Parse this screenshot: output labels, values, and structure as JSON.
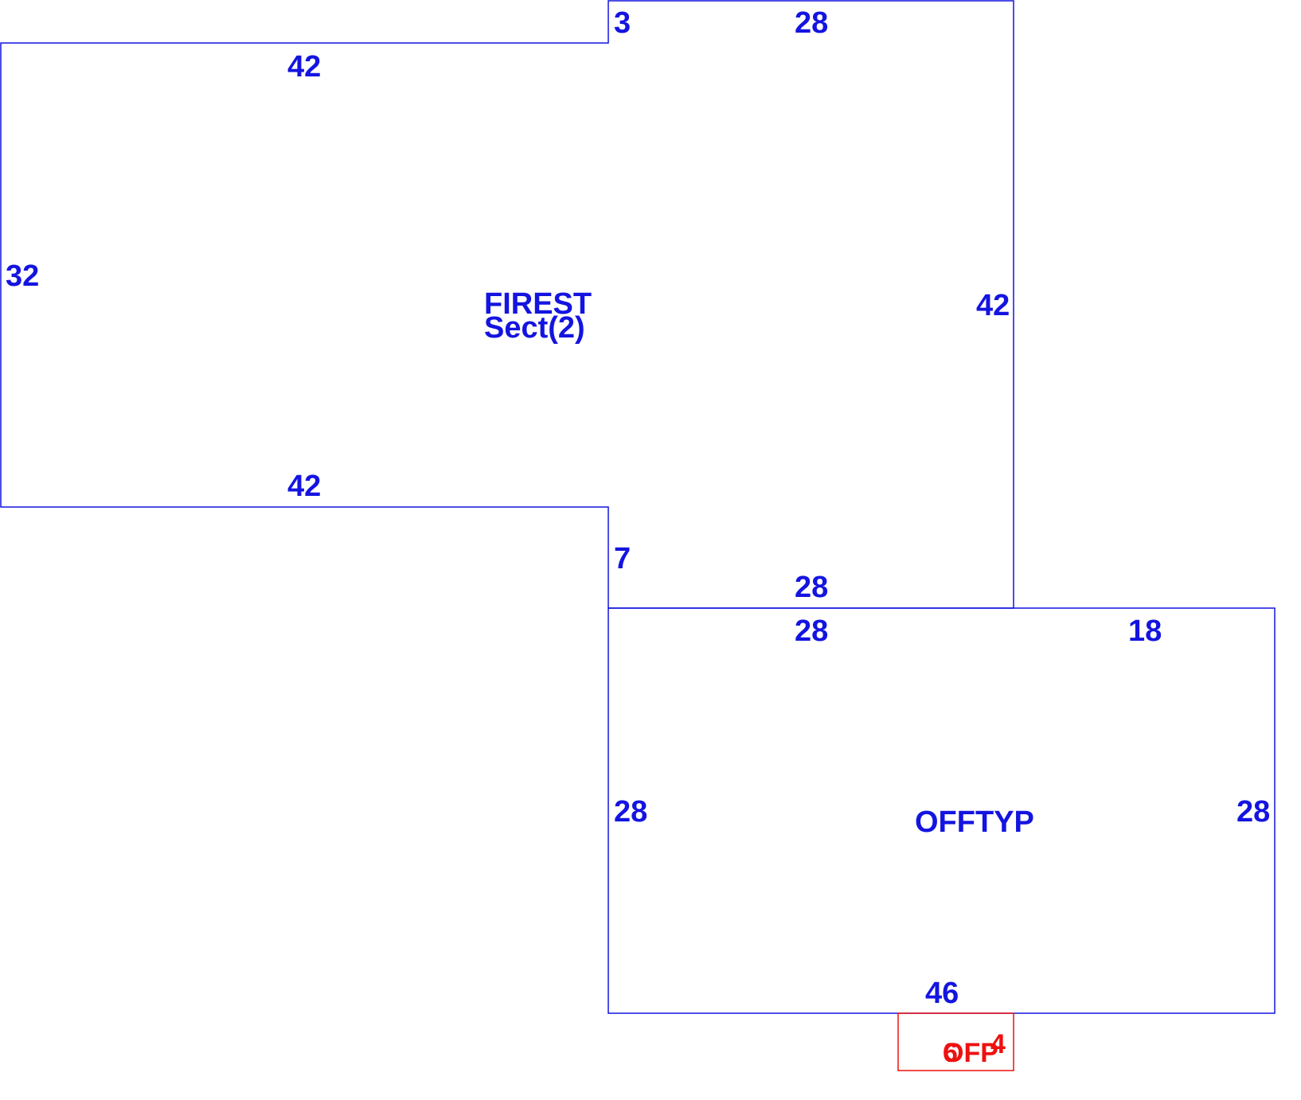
{
  "colors": {
    "main": "#1414e0",
    "secondary": "#ee1111"
  },
  "firest": {
    "label": "FIREST",
    "sublabel": "Sect(2)",
    "dimensions": {
      "top_left": "42",
      "top_notch": "3",
      "top_right": "28",
      "left": "32",
      "right": "42",
      "bottom_left": "42",
      "bottom_notch": "7",
      "bottom_right": "28"
    }
  },
  "offtyp": {
    "label": "OFFTYP",
    "dimensions": {
      "top_left": "28",
      "top_right": "18",
      "left": "28",
      "right": "28",
      "bottom": "46"
    }
  },
  "ofp": {
    "label": "OFP",
    "dim_left": "6",
    "dim_right": "4"
  }
}
